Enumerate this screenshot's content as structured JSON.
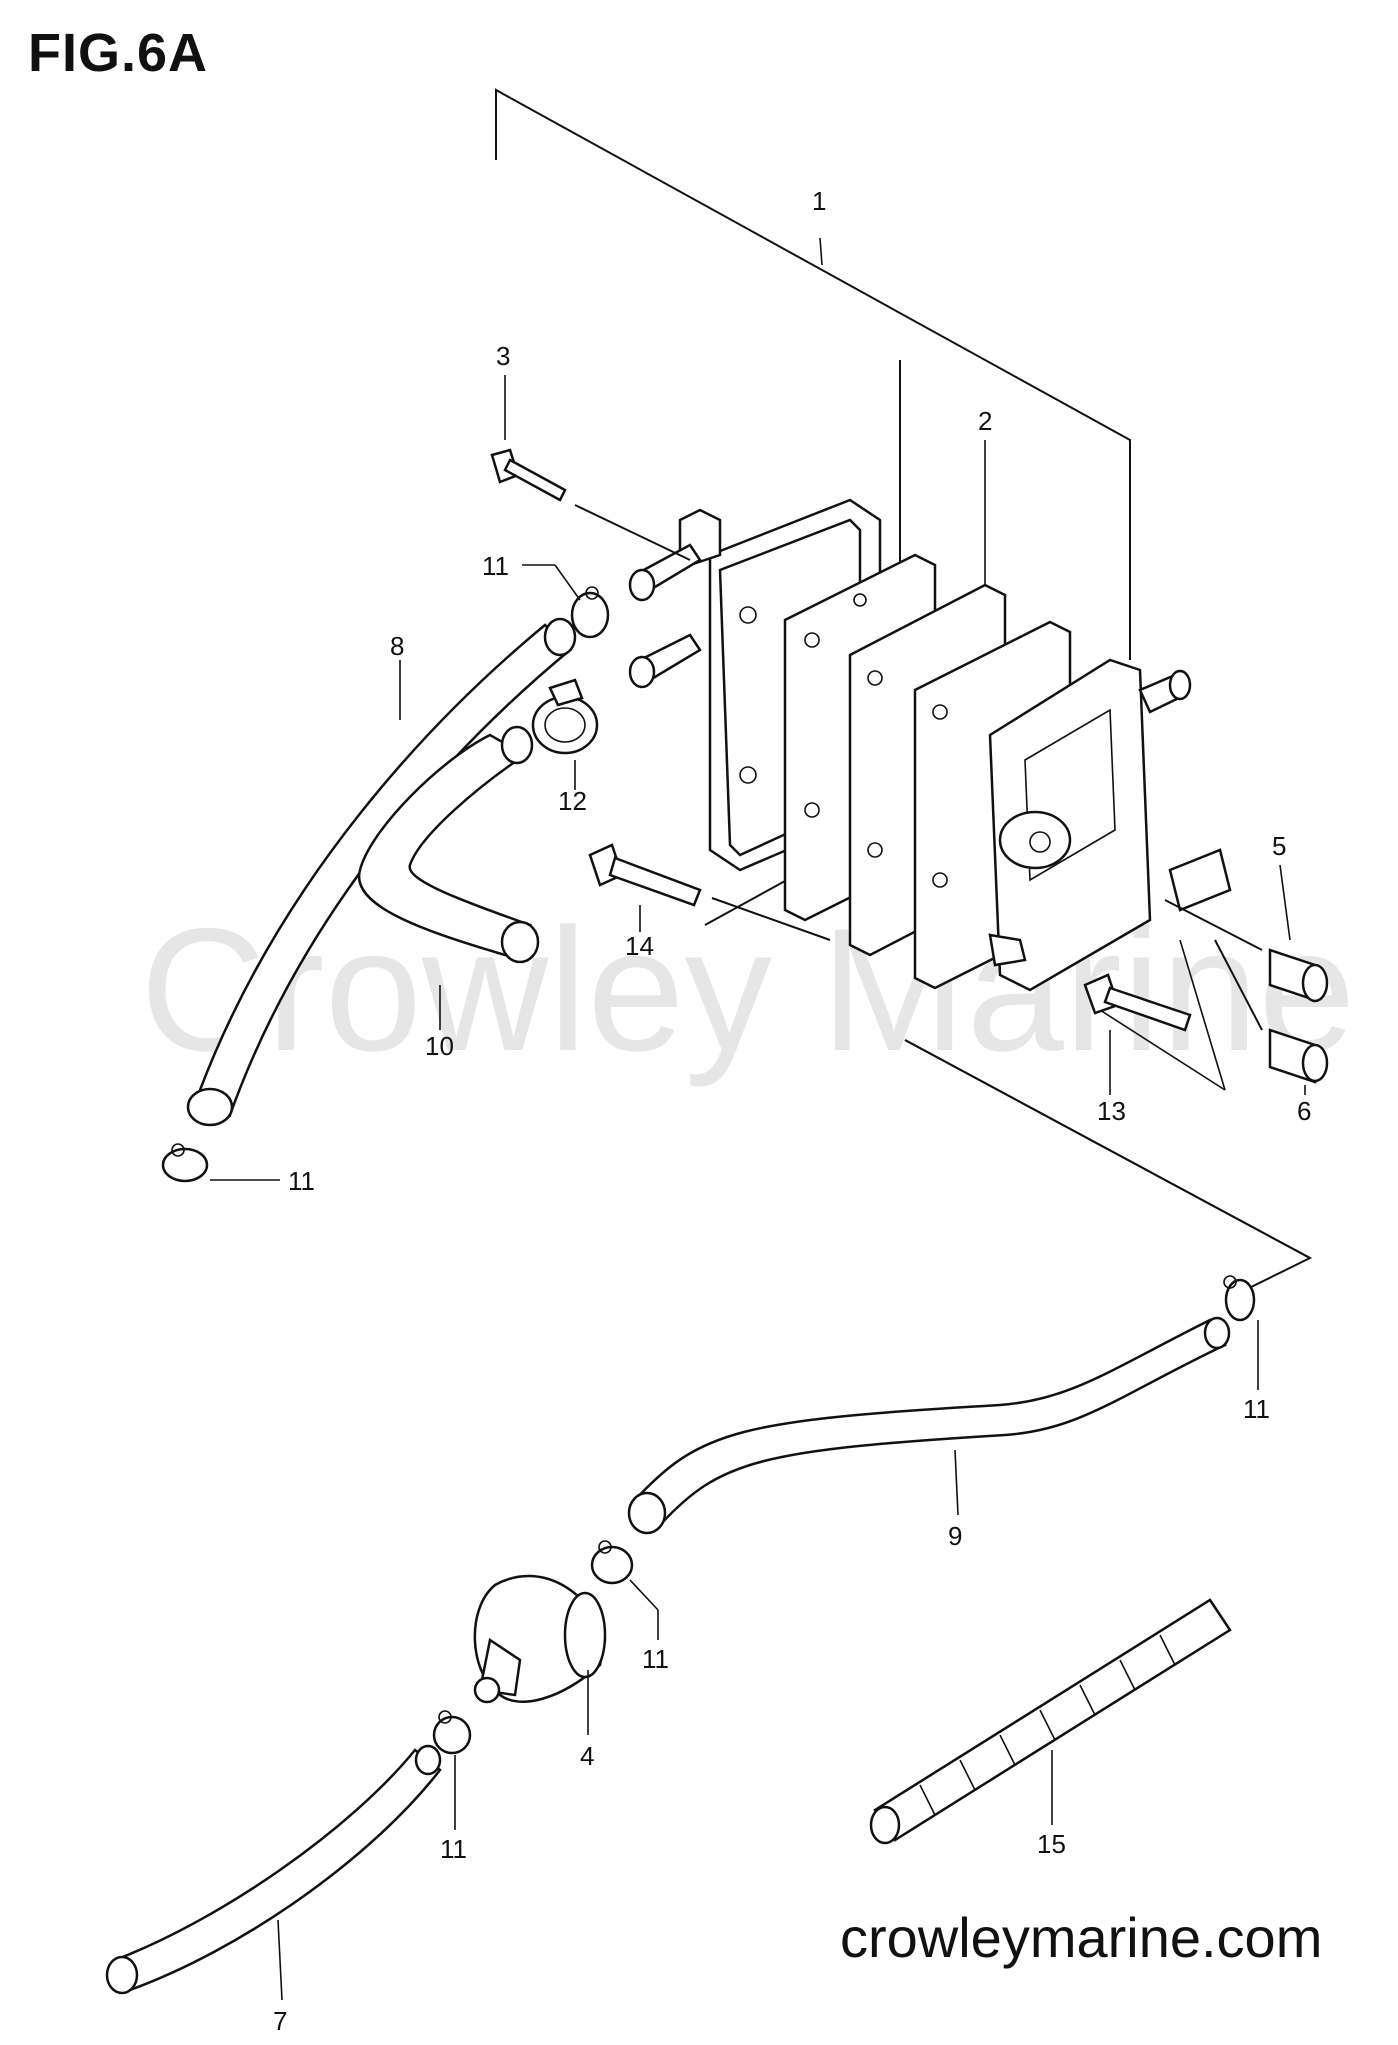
{
  "figure": {
    "title": "FIG.6A"
  },
  "watermark": "Crowley Marine",
  "footer": {
    "site": "crowleymarine.com"
  },
  "callouts": {
    "c1": "1",
    "c2": "2",
    "c3": "3",
    "c4": "4",
    "c5": "5",
    "c6": "6",
    "c7": "7",
    "c8": "8",
    "c9": "9",
    "c10": "10",
    "c11a": "11",
    "c11b": "11",
    "c11c": "11",
    "c11d": "11",
    "c11e": "11",
    "c12": "12",
    "c13": "13",
    "c14": "14",
    "c15": "15"
  }
}
